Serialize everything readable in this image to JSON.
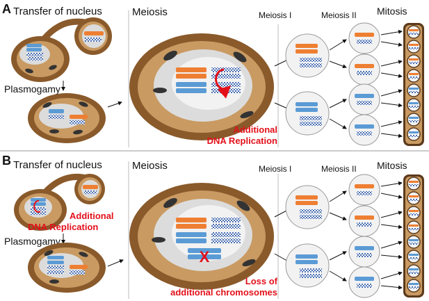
{
  "colors": {
    "brown_outer": "#8a5a2b",
    "brown_dark": "#5b3a1c",
    "tan": "#c99a62",
    "nucleus_gray": "#dcdcdc",
    "nucleus_light": "#f2f2f2",
    "orange": "#ee7f32",
    "blue": "#5b9bd5",
    "checker": "#4a6fb3",
    "red": "#e3101a",
    "mito": "#333333"
  },
  "panel_a": {
    "letter": "A",
    "transfer_label": "Transfer of nucleus",
    "plasmogamy_label": "Plasmogamy",
    "meiosis_label": "Meiosis",
    "meiosis1_label": "Meiosis I",
    "meiosis2_label": "Meiosis II",
    "mitosis_label": "Mitosis",
    "annotation_line1": "Additional",
    "annotation_line2": "DNA Replication"
  },
  "panel_b": {
    "letter": "B",
    "transfer_label": "Transfer of nucleus",
    "plasmogamy_label": "Plasmogamy",
    "meiosis_label": "Meiosis",
    "meiosis1_label": "Meiosis I",
    "meiosis2_label": "Meiosis II",
    "mitosis_label": "Mitosis",
    "annotation_small_line1": "Additional",
    "annotation_small_line2": "DNA Replication",
    "annotation_line1": "Loss of",
    "annotation_line2": "additional chromosomes",
    "cross_mark": "X"
  },
  "icons": {
    "arrow": "arrow-icon",
    "rotate": "curved-arrow-icon",
    "cross": "x-mark-icon"
  }
}
